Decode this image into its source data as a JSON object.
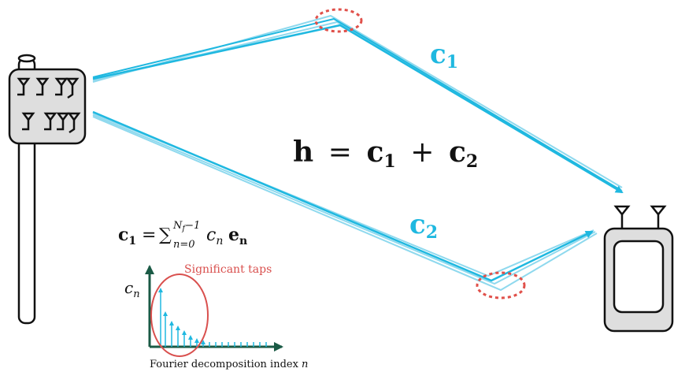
{
  "colors": {
    "ray": "#1fb8e0",
    "ray_light": "#8fd9ee",
    "scatter_circle": "#e0504a",
    "taps_circle": "#d9504e",
    "taps_label": "#d9504e",
    "axis": "#1a5a45",
    "stem": "#1fb8e0",
    "device_fill": "#dedede",
    "device_stroke": "#111111"
  },
  "labels": {
    "c1": "c",
    "c1_sub": "1",
    "c2": "c",
    "c2_sub": "2",
    "equation": {
      "h": "h",
      "eq": "=",
      "c": "c",
      "sub1": "1",
      "plus": "+",
      "c2": "c",
      "sub2": "2"
    },
    "sum_formula": {
      "lhs_c": "c",
      "lhs_sub": "1",
      "eq": "=",
      "sigma": "∑",
      "upper": "N",
      "upper_sub": "f",
      "upper_rest": "−1",
      "lower": "n=0",
      "term_c": "c",
      "term_c_sub": "n",
      "term_e": "e",
      "term_e_sub": "n"
    },
    "inset": {
      "ylabel": "c",
      "ylabel_sub": "n",
      "significant_taps": "Significant taps",
      "xlabel": "Fourier decomposition index",
      "xlabel_var": "n"
    }
  },
  "icons": {
    "base_station": "base-station-antenna-array-icon",
    "user_device": "user-terminal-icon"
  }
}
